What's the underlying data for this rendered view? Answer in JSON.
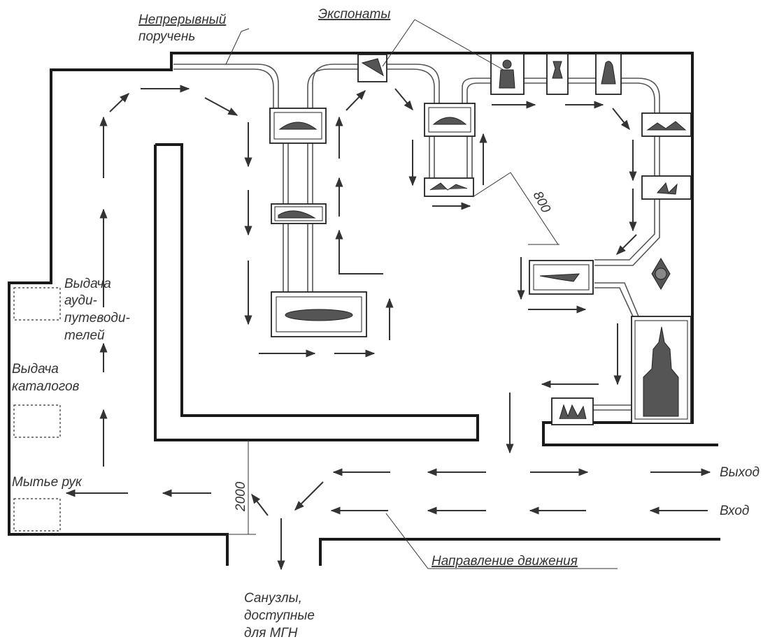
{
  "labels": {
    "handrail_line1": "Непрерывный",
    "handrail_line2": "поручень",
    "exhibits": "Экспонаты",
    "audio_line1": "Выдача",
    "audio_line2": "ауди-",
    "audio_line3": "путеводи-",
    "audio_line4": "телей",
    "catalog_line1": "Выдача",
    "catalog_line2": "каталогов",
    "handwash": "Мытье рук",
    "exit": "Выход",
    "entry": "Вход",
    "direction": "Направление движения",
    "toilet_line1": "Санузлы,",
    "toilet_line2": "доступные",
    "toilet_line3": "для МГН",
    "dim_800": "800",
    "dim_2000": "2000"
  },
  "icons": {
    "exhibit": "exhibit-icon",
    "arrow": "movement-arrow-icon"
  }
}
